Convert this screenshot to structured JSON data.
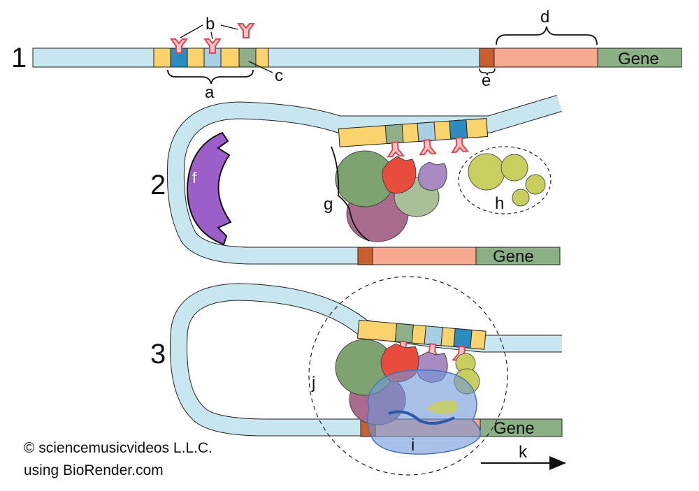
{
  "steps": [
    "1",
    "2",
    "3"
  ],
  "letters": {
    "a": "a",
    "b": "b",
    "c": "c",
    "d": "d",
    "e": "e",
    "f": "f",
    "g": "g",
    "h": "h",
    "i": "i",
    "j": "j",
    "k": "k"
  },
  "gene_label": "Gene",
  "copyright": {
    "line1": "© sciencemusicvideos L.L.C.",
    "line2": "using BioRender.com"
  },
  "colors": {
    "dna": "#c7e6ef",
    "enhancer": "#fad36c",
    "site_dark_blue": "#2b8cc0",
    "site_light_blue": "#a6cfe6",
    "site_green": "#8fae8a",
    "promoter": "#c85f2c",
    "spacer_salmon": "#f6a98e",
    "gene": "#8bb085",
    "activator_outline": "#e0464f",
    "activator_fill": "#f7c2c5",
    "loop_protein": "#9c5fc9",
    "coactivator_green": "#7fa370",
    "coactivator_red": "#e84c3d",
    "coactivator_purple": "#a98bc4",
    "coactivator_sage": "#a9bf97",
    "coactivator_mauve": "#a86b8d",
    "general_factor": "#c9cf5e",
    "polymerase": "#6f98d8"
  }
}
